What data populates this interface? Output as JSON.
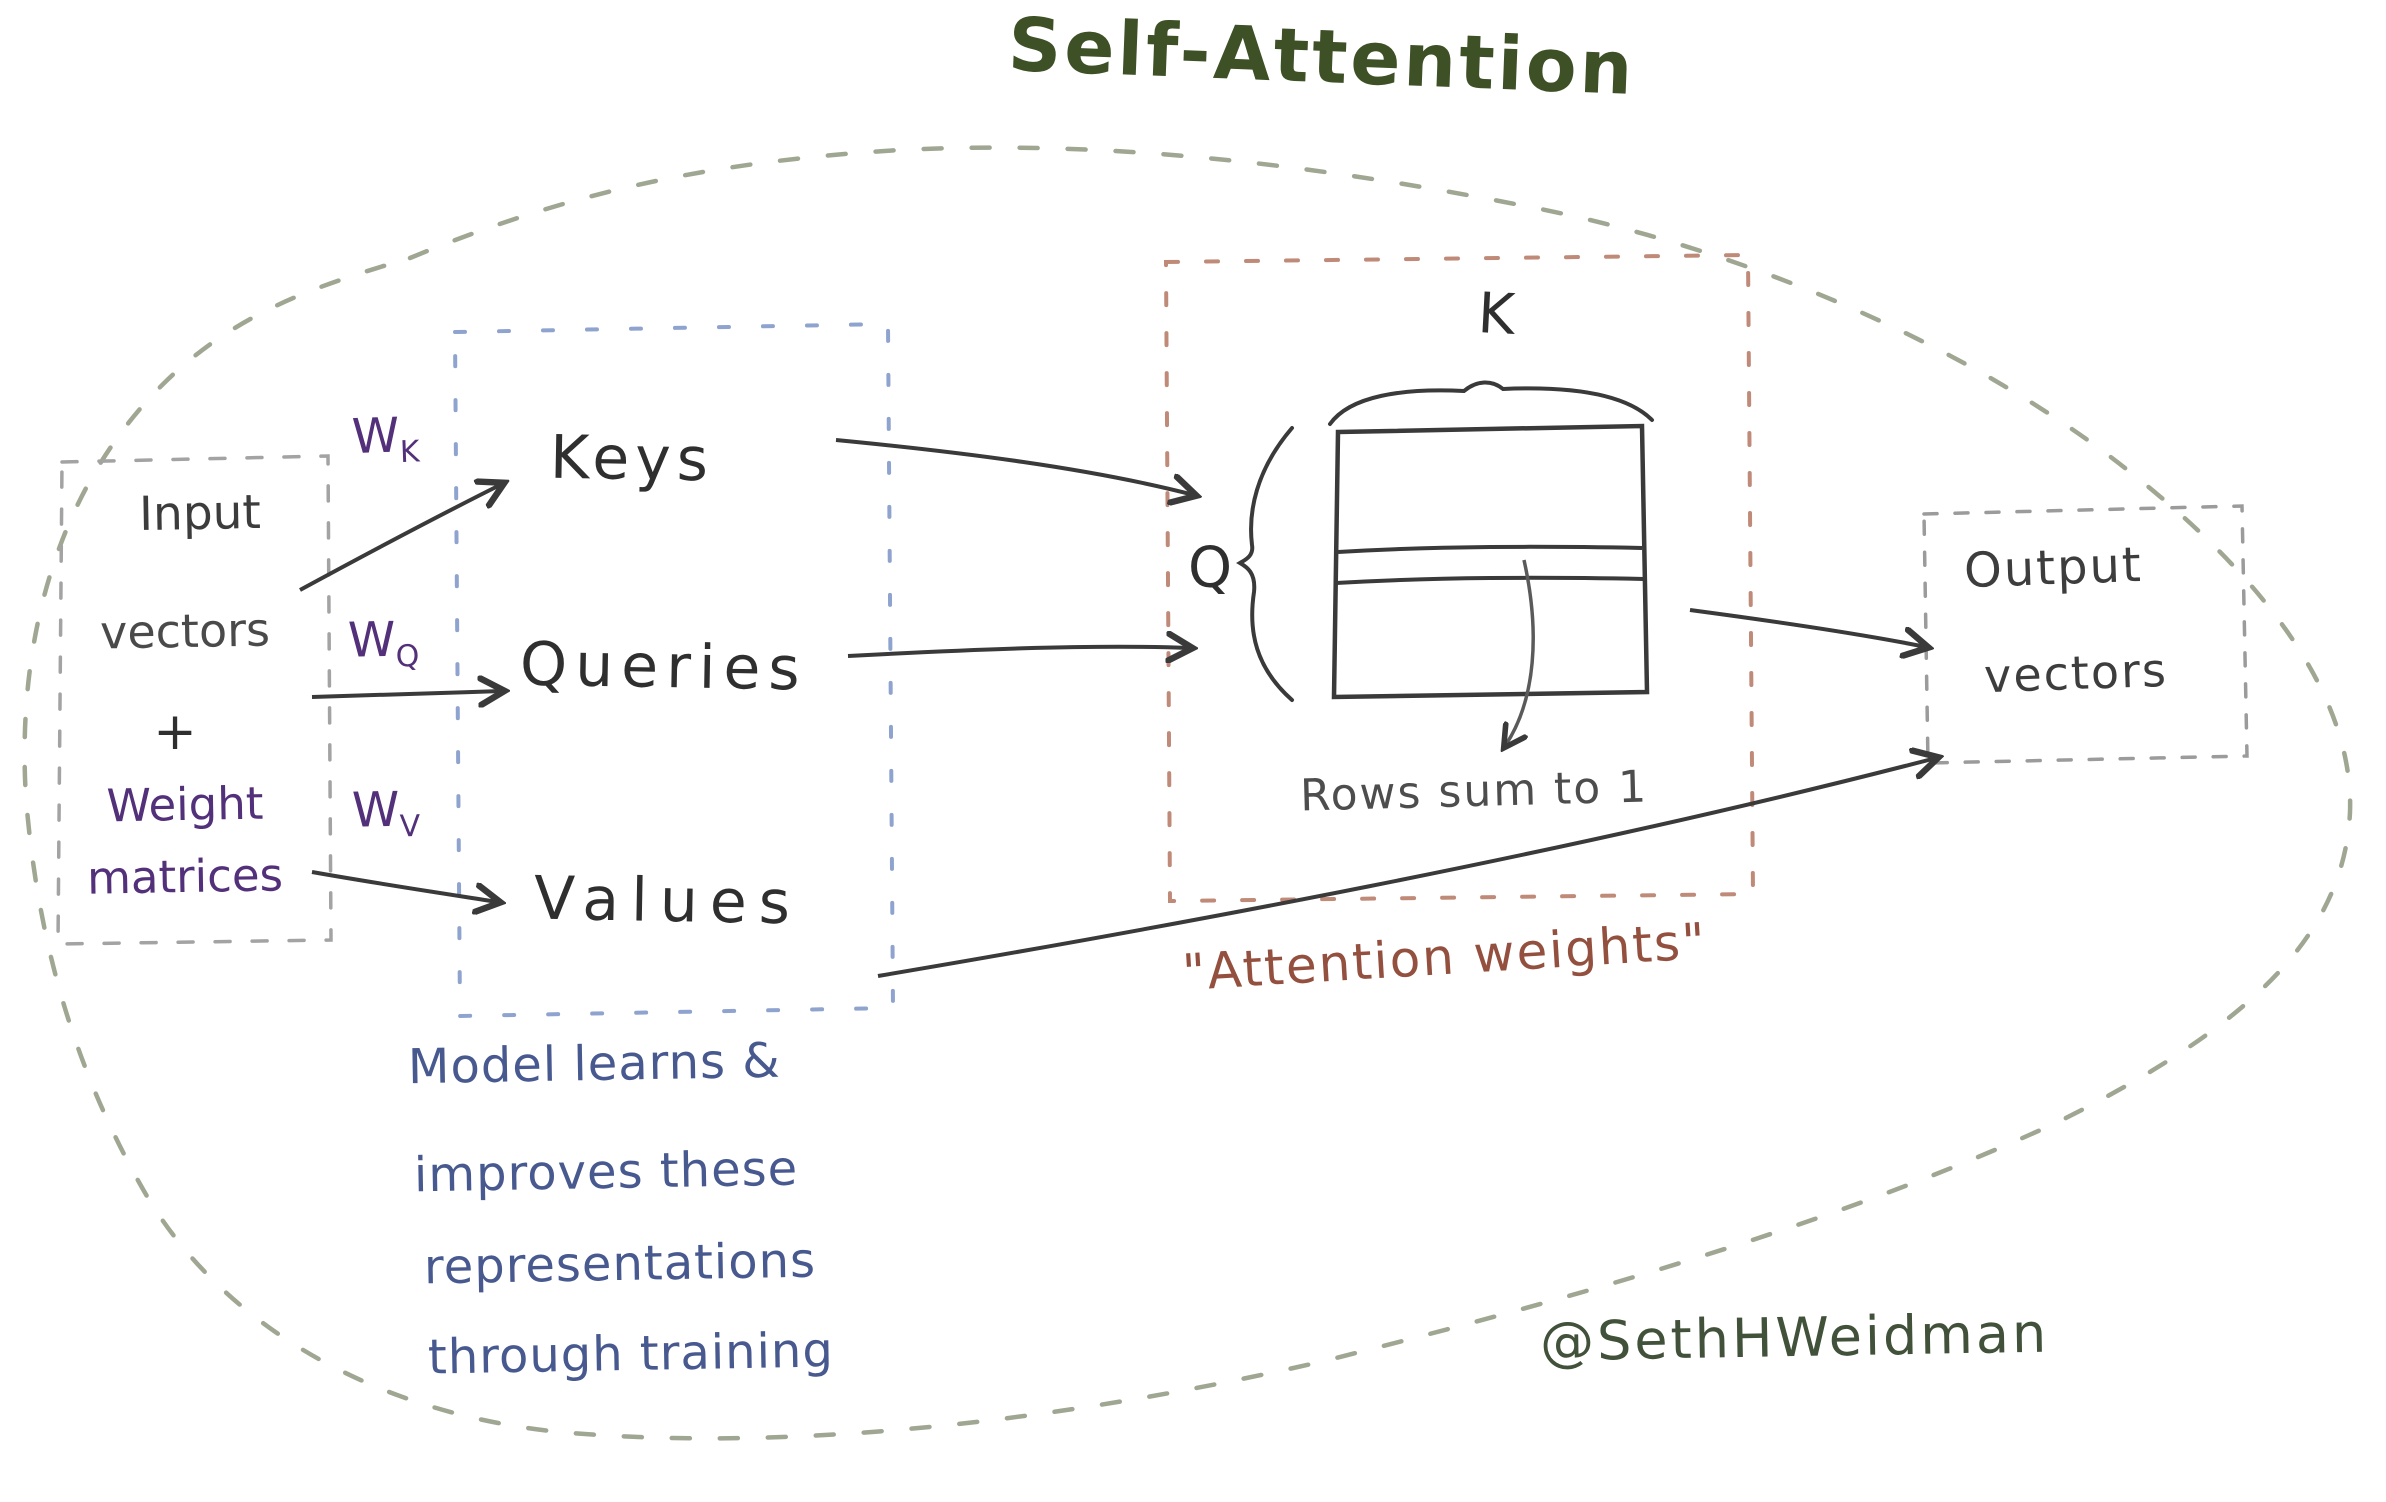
{
  "title": "Self-Attention",
  "signature": "@SethHWeidman",
  "input_block": {
    "line1": "Input",
    "line2": "vectors",
    "plus": "+",
    "line3": "Weight",
    "line4": "matrices"
  },
  "weight_labels": {
    "wk": {
      "base": "W",
      "sub": "K"
    },
    "wq": {
      "base": "W",
      "sub": "Q"
    },
    "wv": {
      "base": "W",
      "sub": "V"
    }
  },
  "qkv": {
    "keys": "Keys",
    "queries": "Queries",
    "values": "Values"
  },
  "attention": {
    "k_label": "K",
    "q_label": "Q",
    "rows_note": "Rows sum to 1",
    "caption": "\"Attention weights\""
  },
  "output_block": {
    "line1": "Output",
    "line2": "vectors"
  },
  "note": {
    "line1": "Model learns &",
    "line2": "improves these",
    "line3": "representations",
    "line4": "through training"
  },
  "colors": {
    "title_green": "#3d5026",
    "signature_green": "#41513a",
    "sketch_black": "#3a3a3a",
    "purple": "#53307a",
    "blue_text": "#47598f",
    "blue_box_dash": "#8fa3cf",
    "red_text": "#94503f",
    "red_box_dash": "#c08a79",
    "gray_box_dash": "#a3a3a3",
    "outline_green_gray": "#8e987f"
  }
}
